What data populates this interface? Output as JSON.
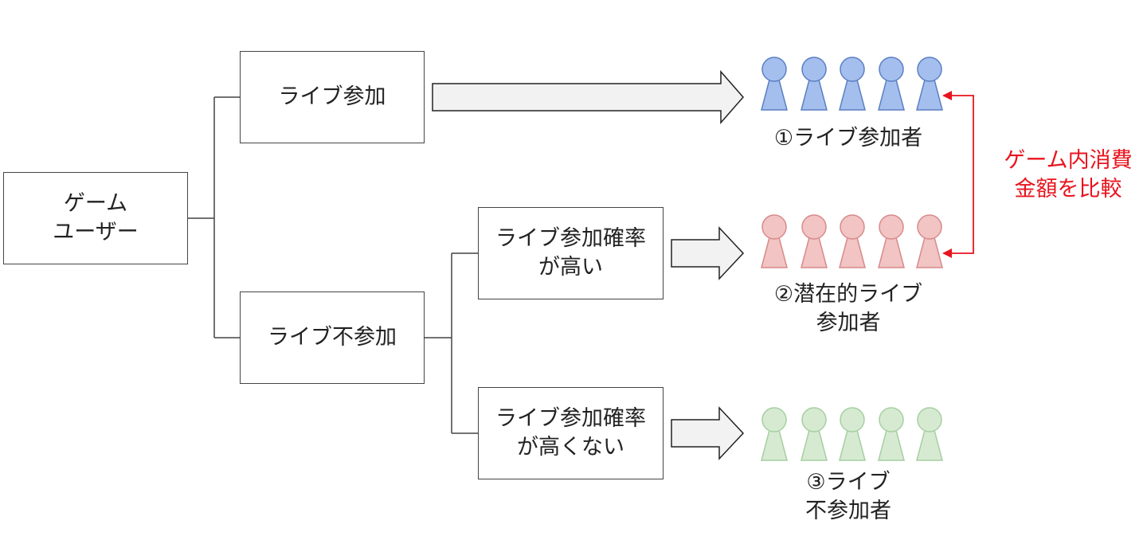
{
  "nodes": {
    "root": [
      "ゲーム",
      "ユーザー"
    ],
    "live_join": [
      "ライブ参加"
    ],
    "live_not_join": [
      "ライブ不参加"
    ],
    "high_prob": [
      "ライブ参加確率",
      "が高い"
    ],
    "low_prob": [
      "ライブ参加確率",
      "が高くない"
    ]
  },
  "groups": {
    "participants": {
      "label": [
        "①ライブ参加者"
      ],
      "color": "#a4bfee",
      "stroke": "#5b7fc2"
    },
    "potential": {
      "label": [
        "②潜在的ライブ",
        "参加者"
      ],
      "color": "#f2c4c4",
      "stroke": "#d88a8a"
    },
    "non_participants": {
      "label": [
        "③ライブ",
        "不参加者"
      ],
      "color": "#d6ead2",
      "stroke": "#a6cfa0"
    }
  },
  "comparison": {
    "label": [
      "ゲーム内消費",
      "金額を比較"
    ],
    "color": "#e8141e"
  },
  "colors": {
    "line": "#444444",
    "arrow_fill": "#f2f2f2"
  }
}
